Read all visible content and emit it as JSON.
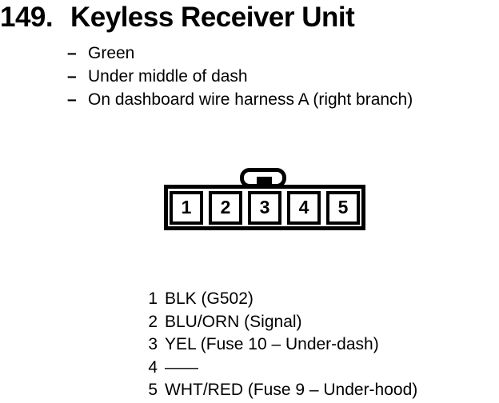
{
  "colors": {
    "ink": "#000000",
    "paper": "#ffffff"
  },
  "heading": {
    "number": "149.",
    "title": "Keyless Receiver Unit"
  },
  "attributes": {
    "bullet": "–",
    "items": [
      "Green",
      "Under middle of dash",
      "On dashboard wire harness A (right branch)"
    ]
  },
  "connector": {
    "pins": [
      "1",
      "2",
      "3",
      "4",
      "5"
    ]
  },
  "pinout": {
    "rows": [
      {
        "pin": "1",
        "desc": "BLK (G502)"
      },
      {
        "pin": "2",
        "desc": "BLU/ORN (Signal)"
      },
      {
        "pin": "3",
        "desc": "YEL (Fuse 10 – Under-dash)"
      },
      {
        "pin": "4",
        "desc": "——"
      },
      {
        "pin": "5",
        "desc": "WHT/RED (Fuse 9 – Under-hood)"
      }
    ]
  }
}
